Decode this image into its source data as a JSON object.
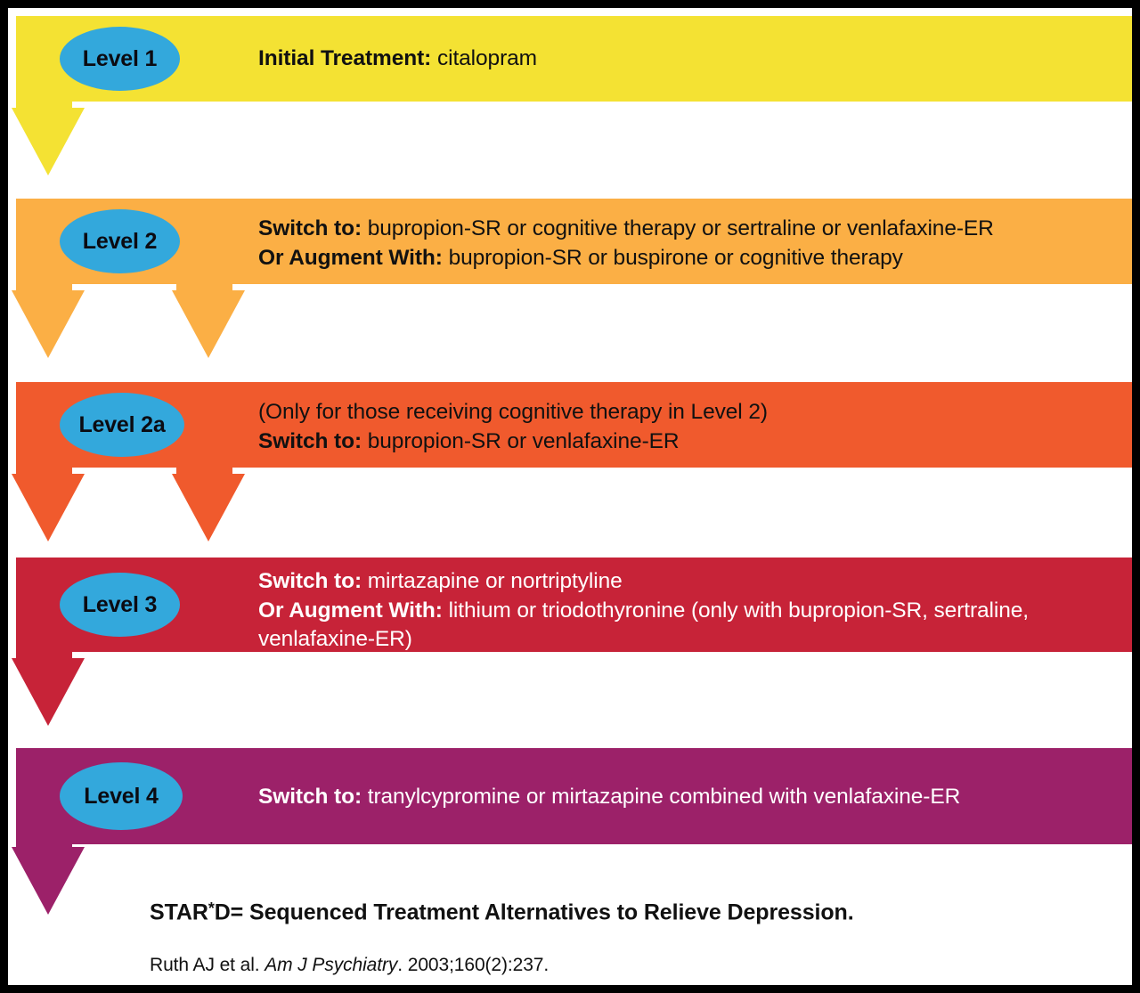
{
  "figure": {
    "title": "STAR*D treatment algorithm flow chart",
    "frame_color": "#000000",
    "background": "#ffffff",
    "badge_color": "#33A8DC"
  },
  "levels": [
    {
      "id": "level-1",
      "badge": "Level 1",
      "color": "#F4E233",
      "text_color": "#111111",
      "lines": [
        {
          "lead": "Initial Treatment:",
          "rest": " citalopram"
        }
      ],
      "arrows": 1
    },
    {
      "id": "level-2",
      "badge": "Level 2",
      "color": "#FBAF45",
      "text_color": "#111111",
      "lines": [
        {
          "lead": "Switch to:",
          "rest": " bupropion-SR or cognitive therapy or sertraline or venlafaxine-ER"
        },
        {
          "lead": "Or Augment With:",
          "rest": " bupropion-SR or buspirone or cognitive therapy"
        }
      ],
      "arrows": 2
    },
    {
      "id": "level-2a",
      "badge": "Level 2a",
      "color": "#F05A2D",
      "text_color": "#111111",
      "lines": [
        {
          "lead": "",
          "rest": "(Only for those receiving cognitive therapy in Level 2)"
        },
        {
          "lead": "Switch to:",
          "rest": " bupropion-SR or venlafaxine-ER"
        }
      ],
      "arrows": 2
    },
    {
      "id": "level-3",
      "badge": "Level 3",
      "color": "#C72338",
      "text_color": "#ffffff",
      "lines": [
        {
          "lead": "Switch to:",
          "rest": " mirtazapine or nortriptyline"
        },
        {
          "lead": "Or Augment With:",
          "rest": " lithium or triodothyronine (only with bupropion-SR, sertraline, venlafaxine-ER)"
        }
      ],
      "arrows": 1
    },
    {
      "id": "level-4",
      "badge": "Level 4",
      "color": "#9C2169",
      "text_color": "#ffffff",
      "lines": [
        {
          "lead": "Switch to:",
          "rest": " tranylcypromine or mirtazapine combined with venlafaxine-ER"
        }
      ],
      "arrows": 1
    }
  ],
  "footer": {
    "acronym_prefix": "STAR",
    "acronym_star": "*",
    "acronym_suffix": "D= Sequenced Treatment Alternatives to Relieve Depression.",
    "citation_authors": "Ruth AJ et al. ",
    "citation_journal": "Am J Psychiatry",
    "citation_details": ". 2003;160(2):237."
  }
}
